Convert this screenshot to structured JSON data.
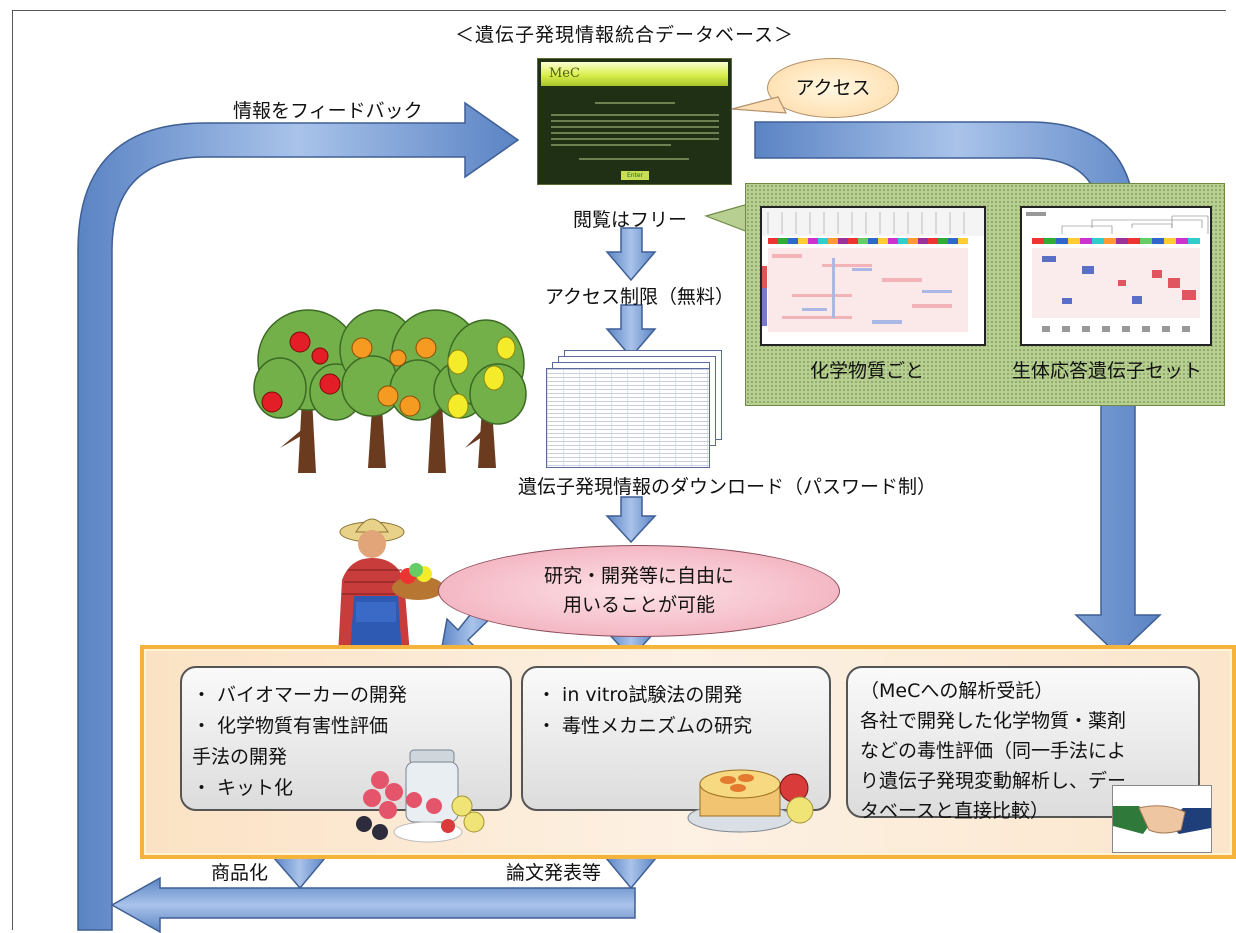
{
  "title": "＜遺伝子発現情報統合データベース＞",
  "labels": {
    "feedback": "情報をフィードバック",
    "access": "アクセス",
    "browse_free": "閲覧はフリー",
    "access_limited": "アクセス制限（無料）",
    "download": "遺伝子発現情報のダウンロード（パスワード制）",
    "commercialize": "商品化",
    "publish": "論文発表等"
  },
  "mec_screen": {
    "logo": "MeC",
    "button": "Enter"
  },
  "panel": {
    "caption_left": "化学物質ごと",
    "caption_right": "生体応答遺伝子セット"
  },
  "ellipse": {
    "line1": "研究・開発等に自由に",
    "line2": "用いることが可能"
  },
  "boxes": {
    "left": [
      "・ バイオマーカーの開発",
      "・ 化学物質有害性評価",
      "手法の開発",
      "・ キット化"
    ],
    "middle": [
      "・ in vitro試験法の開発",
      "・ 毒性メカニズムの研究"
    ],
    "right": [
      "（MeCへの解析受託）",
      "各社で開発した化学物質・薬剤",
      "などの毒性評価（同一手法によ",
      "り遺伝子発現変動解析し、デー",
      "タベースと直接比較）"
    ]
  },
  "colors": {
    "arrow": "#6f96d2",
    "arrow_edge": "#3f5f95",
    "panel": "#b8cf92",
    "box_border": "#f5b33c"
  }
}
